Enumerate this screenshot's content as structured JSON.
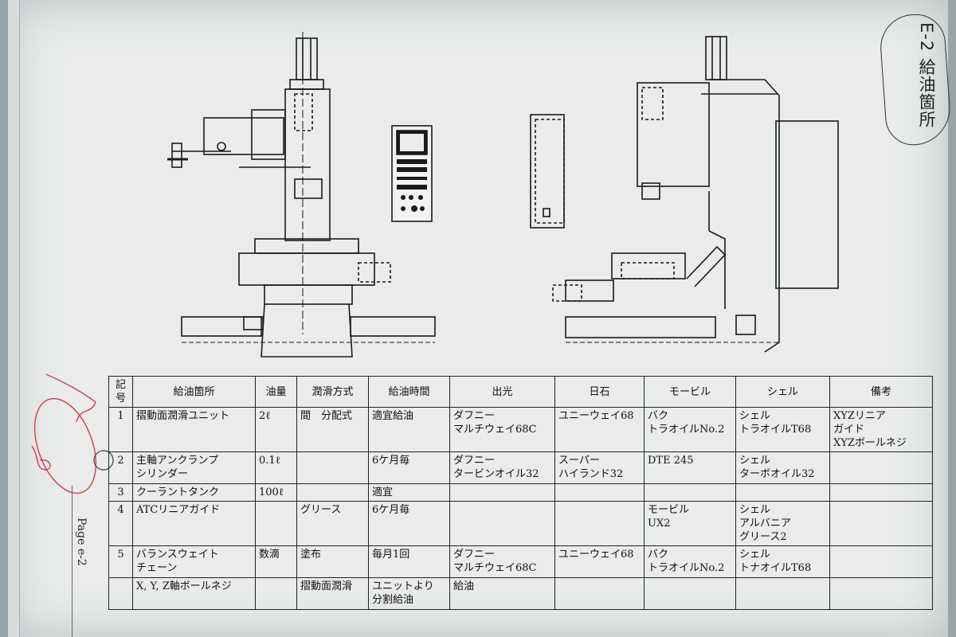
{
  "heading": "E-2 給油箇所",
  "page_label": "Page e-2",
  "table": {
    "headers": [
      "記号",
      "給油箇所",
      "油量",
      "潤滑方式",
      "給油時間",
      "出光",
      "日石",
      "モービル",
      "シェル",
      "備考"
    ],
    "rows": [
      {
        "no": "1",
        "place": [
          "摺動面潤滑ユニット"
        ],
        "amount": [
          "2ℓ"
        ],
        "method": [
          "間　分配式"
        ],
        "time": [
          "適宜給油"
        ],
        "idemitsu": [
          "ダフニー",
          "マルチウェイ68C"
        ],
        "nisseki": [
          "ユニーウェイ68"
        ],
        "mobil": [
          "バク",
          "トラオイルNo.2"
        ],
        "shell": [
          "シェル",
          "トラオイルT68"
        ],
        "remarks": [
          "XYZリニア",
          "ガイド",
          "XYZボールネジ"
        ]
      },
      {
        "no": "2",
        "place": [
          "主軸アンクランプ",
          "シリンダー"
        ],
        "amount": [
          "0.1ℓ"
        ],
        "method": [
          ""
        ],
        "time": [
          "6ケ月毎"
        ],
        "idemitsu": [
          "ダフニー",
          "タービンオイル32"
        ],
        "nisseki": [
          "スーパー",
          "ハイランド32"
        ],
        "mobil": [
          "DTE 245"
        ],
        "shell": [
          "シェル",
          "ターボオイル32"
        ],
        "remarks": [
          ""
        ]
      },
      {
        "no": "3",
        "place": [
          "クーラントタンク"
        ],
        "amount": [
          "100ℓ"
        ],
        "method": [
          ""
        ],
        "time": [
          "適宜"
        ],
        "idemitsu": [
          ""
        ],
        "nisseki": [
          ""
        ],
        "mobil": [
          ""
        ],
        "shell": [
          ""
        ],
        "remarks": [
          ""
        ]
      },
      {
        "no": "4",
        "place": [
          "ATCリニアガイド"
        ],
        "amount": [
          ""
        ],
        "method": [
          "グリース"
        ],
        "time": [
          "6ケ月毎"
        ],
        "idemitsu": [
          ""
        ],
        "nisseki": [
          ""
        ],
        "mobil": [
          "モービル",
          "UX2"
        ],
        "shell": [
          "シェル",
          "アルバニア",
          "グリース2"
        ],
        "remarks": [
          ""
        ]
      },
      {
        "no": "5",
        "place": [
          "バランスウェイト",
          "チェーン"
        ],
        "amount": [
          "数滴"
        ],
        "method": [
          "塗布"
        ],
        "time": [
          "毎月1回"
        ],
        "idemitsu": [
          "ダフニー",
          "マルチウェイ68C"
        ],
        "nisseki": [
          "ユニーウェイ68"
        ],
        "mobil": [
          "バク",
          "トラオイルNo.2"
        ],
        "shell": [
          "シェル",
          "トナオイルT68"
        ],
        "remarks": [
          ""
        ]
      },
      {
        "no": "",
        "place": [
          "X, Y, Z軸ボールネジ"
        ],
        "amount": [
          ""
        ],
        "method": [
          "摺動面潤滑"
        ],
        "time": [
          "ユニットより",
          "分割給油"
        ],
        "idemitsu": [
          "給油"
        ],
        "nisseki": [
          ""
        ],
        "mobil": [
          ""
        ],
        "shell": [
          ""
        ],
        "remarks": [
          ""
        ]
      }
    ]
  },
  "colors": {
    "paper": "#e9eceb",
    "ink": "#222222",
    "red_pen": "#d83a4a"
  }
}
